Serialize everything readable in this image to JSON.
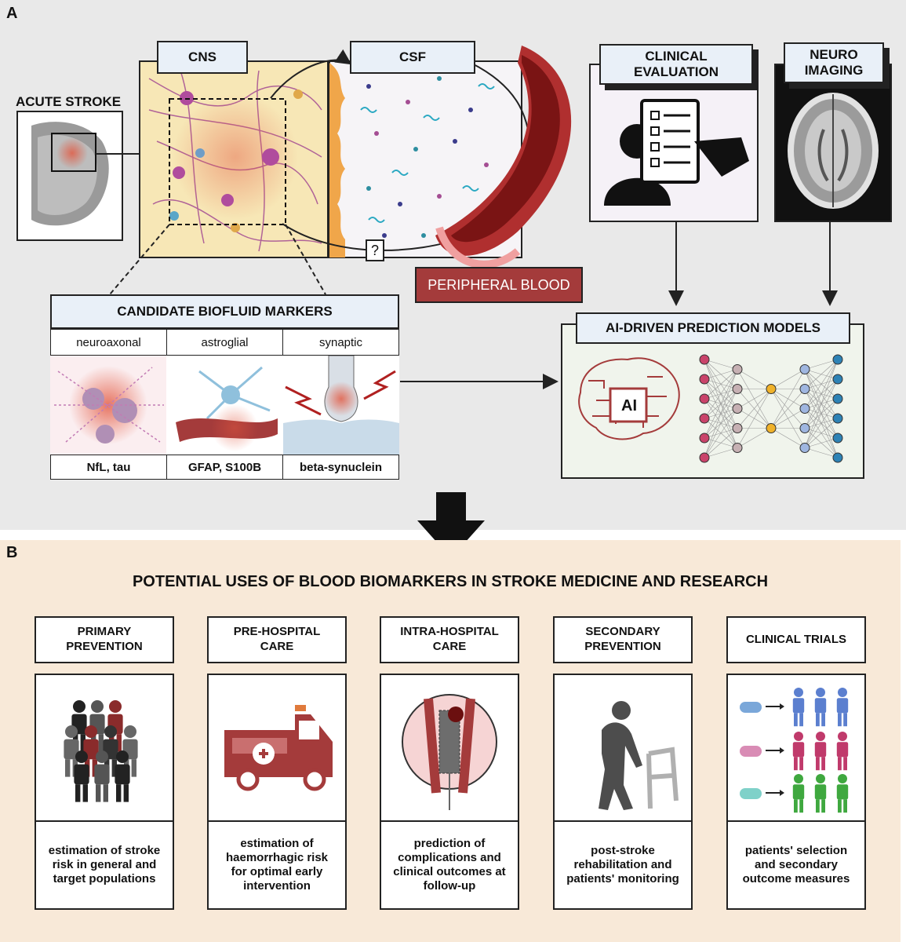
{
  "panel_a": {
    "label": "A",
    "acute_stroke": "ACUTE STROKE",
    "cns": "CNS",
    "csf": "CSF",
    "question_mark": "?",
    "peripheral_blood": "PERIPHERAL BLOOD",
    "clinical_evaluation": "CLINICAL\nEVALUATION",
    "neuro_imaging": "NEURO\nIMAGING",
    "ai_models": "AI-DRIVEN PREDICTION MODELS",
    "ai_badge": "AI",
    "candidate_markers": {
      "title": "CANDIDATE BIOFLUID MARKERS",
      "columns": [
        "neuroaxonal",
        "astroglial",
        "synaptic"
      ],
      "markers": [
        "NfL, tau",
        "GFAP, S100B",
        "beta-synuclein"
      ]
    }
  },
  "panel_b": {
    "label": "B",
    "title": "POTENTIAL USES OF BLOOD BIOMARKERS IN STROKE MEDICINE AND RESEARCH",
    "uses": [
      {
        "title": "PRIMARY\nPREVENTION",
        "desc": "estimation of stroke\nrisk in general and\ntarget populations",
        "icon": "crowd-icon"
      },
      {
        "title": "PRE-HOSPITAL\nCARE",
        "desc": "estimation of\nhaemorrhagic risk\nfor optimal early\nintervention",
        "icon": "ambulance-icon"
      },
      {
        "title": "INTRA-HOSPITAL\nCARE",
        "desc": "prediction of\ncomplications and\nclinical outcomes at\nfollow-up",
        "icon": "thrombectomy-icon"
      },
      {
        "title": "SECONDARY\nPREVENTION",
        "desc": "post-stroke\nrehabilitation and\npatients' monitoring",
        "icon": "walker-icon"
      },
      {
        "title": "CLINICAL TRIALS",
        "desc": "patients' selection\nand secondary\noutcome measures",
        "icon": "trial-groups-icon"
      }
    ]
  },
  "colors": {
    "panel_a_bg": "#e9e9e9",
    "panel_b_bg": "#f8e9d8",
    "header_bg": "#e9f0f8",
    "blood_red": "#a43b3b",
    "cns_bg": "#f7e7b6"
  }
}
